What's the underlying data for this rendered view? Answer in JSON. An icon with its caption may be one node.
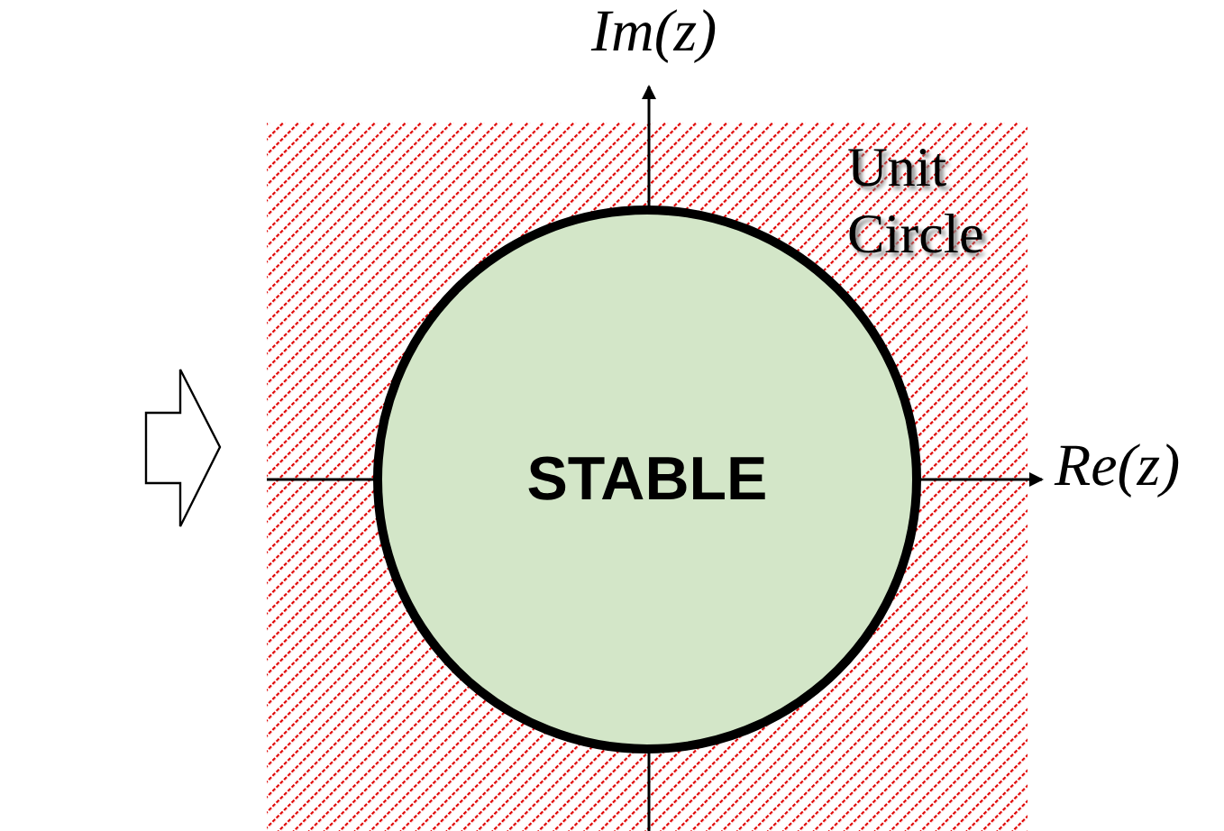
{
  "diagram": {
    "nodes": [
      {
        "text": [],
        "shape": "box"
      },
      {
        "text": [
          "STABLE"
        ],
        "in": 0,
        "beside": [
          "Unit Circle"
        ]
      }
    ],
    "labels": [
      "Im(z)",
      "Re(z)"
    ]
  }
}
